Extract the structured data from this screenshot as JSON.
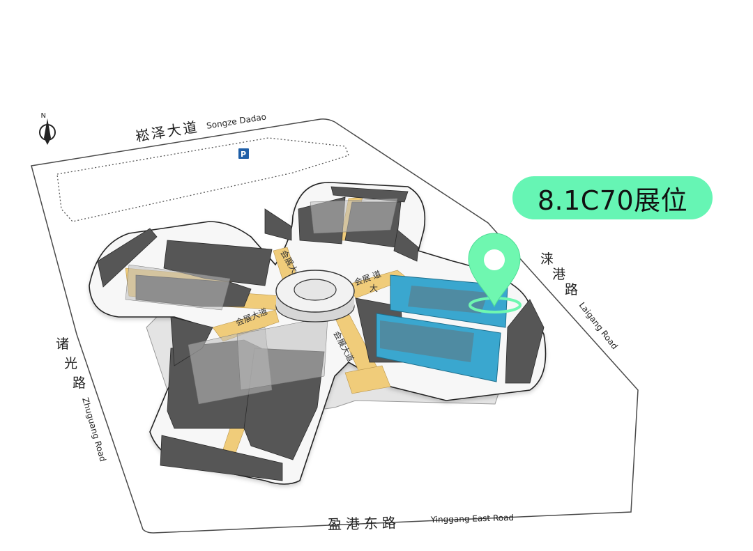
{
  "map": {
    "roads": {
      "north": {
        "cn": "崧泽大道",
        "en": "Songze Dadao"
      },
      "east": {
        "cn": "涞港路",
        "en": "Laigang Road"
      },
      "west": {
        "cn": "诸光路",
        "en": "Zhuguang Road"
      },
      "south": {
        "cn": "盈港东路",
        "en": "Yinggang East Road"
      }
    },
    "compass": {
      "label": "N",
      "icon": "compass-north-icon"
    },
    "parking": {
      "label": "P",
      "icon": "parking-icon",
      "color": "#1f5fa8"
    },
    "avenue_labels": [
      "会展大",
      "会展大道",
      "会展大道",
      "会展  道",
      "大"
    ],
    "highlight": {
      "label": "8.1C70展位",
      "badge_color": "#66f5b4",
      "hall_color": "#3aa7cf",
      "pin_icon": "map-pin-icon",
      "pin_color": "#6ff7b0"
    },
    "colors": {
      "building": "#565656",
      "avenue": "#f0cc7a",
      "ground": "#efefef",
      "outline": "#333333"
    }
  }
}
